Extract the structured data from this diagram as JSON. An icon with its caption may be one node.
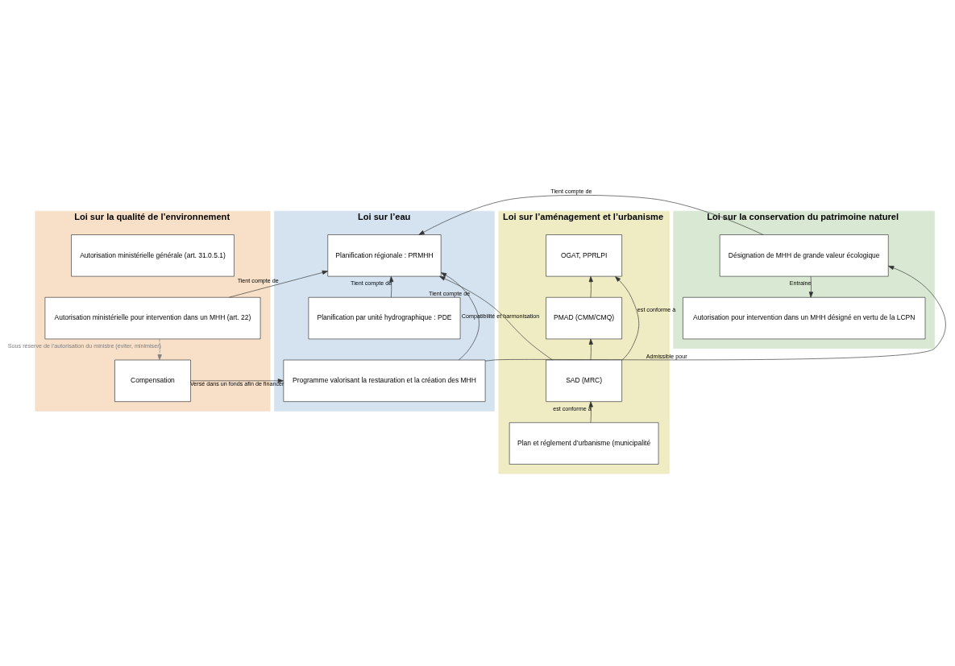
{
  "diagram": {
    "nodes": [
      {
        "text": [
          "Loi sur la qualité de l’environnement"
        ]
      },
      {
        "text": [
          "Autorisation ministérielle générale (art. 31.0.5.1)"
        ],
        "in": 0
      },
      {
        "text": [
          "Autorisation ministérielle pour intervention dans un MHH (art. 22)"
        ],
        "in": 0
      },
      {
        "text": [
          "Compensation"
        ],
        "in": 0
      },
      {
        "text": [
          "Loi sur la conservation du patrimoine naturel"
        ]
      },
      {
        "text": [
          "Désignation de MHH de grande valeur écologique"
        ],
        "in": 4
      },
      {
        "text": [
          "Autorisation pour intervention dans un MHH désigné en vertu de la LCPN"
        ],
        "in": 4
      },
      {
        "text": [
          "Loi sur l’eau"
        ]
      },
      {
        "text": [
          "Planification régionale : PRMHH"
        ],
        "in": 7
      },
      {
        "text": [
          "Planification par unité hydrographique : PDE"
        ],
        "in": 7
      },
      {
        "text": [
          "Programme valorisant la restauration et la création des MHH"
        ],
        "in": 7
      },
      {
        "text": [
          "Loi sur l’aménagement et l’urbanisme"
        ]
      },
      {
        "text": [
          "OGAT, PPRLPI"
        ],
        "in": 11
      },
      {
        "text": [
          "PMAD (CMM/CMQ)"
        ],
        "in": 11
      },
      {
        "text": [
          "SAD (MRC)"
        ],
        "in": 11
      },
      {
        "text": [
          "Plan et réglement d’urbanisme (municipalité"
        ],
        "in": 11
      }
    ],
    "edges": [
      {
        "from": 2,
        "to": 8,
        "arrow": "to",
        "label": "Tient compte de"
      },
      {
        "from": 5,
        "to": 8,
        "arrow": "to",
        "label": "Tient compte de"
      },
      {
        "from": 5,
        "to": 6,
        "arrow": "to",
        "label": "Entraine"
      },
      {
        "from": 10,
        "to": 5,
        "arrow": "to",
        "label": "Admissible pour"
      },
      {
        "from": 10,
        "to": 8,
        "arrow": "to",
        "label": "Tient compte de"
      },
      {
        "from": 2,
        "to": 3,
        "arrow": "to",
        "label": "Sous réserve de l’autorisation du ministre (éviter, minimiser)",
        "style": "dashed",
        "color": "#808080"
      },
      {
        "from": 3,
        "to": 10,
        "arrow": "to",
        "label": "Versé dans un fonds afin de financer"
      },
      {
        "from": 9,
        "to": 8,
        "arrow": "to",
        "label": "Tient compte de"
      },
      {
        "from": 14,
        "to": 8,
        "arrow": "to",
        "label": "Compatibilité et harmonisation"
      },
      {
        "from": 14,
        "to": 12,
        "arrow": "to",
        "label": "est conforme à"
      },
      {
        "from": 14,
        "to": 13,
        "arrow": "to"
      },
      {
        "from": 13,
        "to": 12,
        "arrow": "to"
      },
      {
        "from": 15,
        "to": 14,
        "arrow": "to",
        "label": "est conforme à"
      }
    ]
  }
}
